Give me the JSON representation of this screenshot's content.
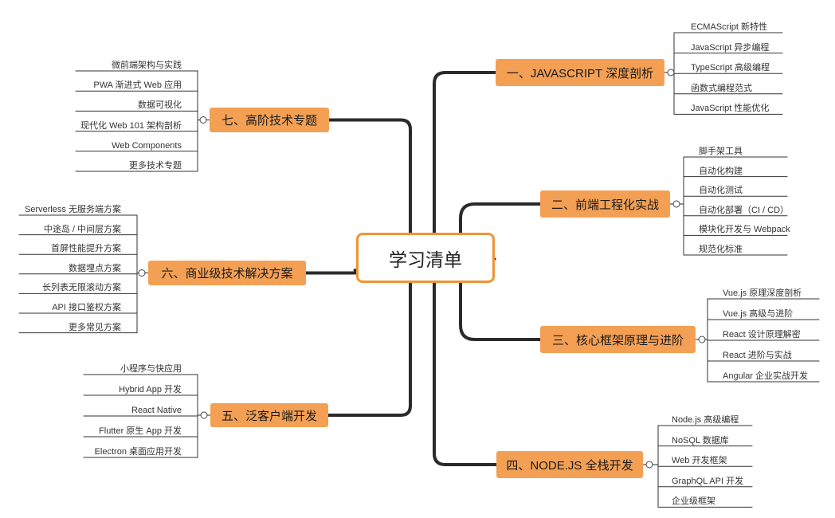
{
  "mindmap": {
    "root": "学习清单",
    "branches": [
      {
        "label": "一、JAVASCRIPT 深度剖析",
        "children": [
          "ECMAScript 新特性",
          "JavaScript 异步编程",
          "TypeScript 高级编程",
          "函数式编程范式",
          "JavaScript 性能优化"
        ]
      },
      {
        "label": "二、前端工程化实战",
        "children": [
          "脚手架工具",
          "自动化构建",
          "自动化测试",
          "自动化部署（CI / CD）",
          "模块化开发与 Webpack",
          "规范化标准"
        ]
      },
      {
        "label": "三、核心框架原理与进阶",
        "children": [
          "Vue.js 原理深度剖析",
          "Vue.js 高级与进阶",
          "React 设计原理解密",
          "React 进阶与实战",
          "Angular 企业实战开发"
        ]
      },
      {
        "label": "四、NODE.JS 全栈开发",
        "children": [
          "Node.js 高级编程",
          "NoSQL 数据库",
          "Web 开发框架",
          "GraphQL API 开发",
          "企业级框架"
        ]
      },
      {
        "label": "五、泛客户端开发",
        "children": [
          "小程序与快应用",
          "Hybrid App 开发",
          "React Native",
          "Flutter 原生 App 开发",
          "Electron 桌面应用开发"
        ]
      },
      {
        "label": "六、商业级技术解决方案",
        "children": [
          "Serverless 无服务端方案",
          "中途岛 / 中间层方案",
          "首屏性能提升方案",
          "数据埋点方案",
          "长列表无限滚动方案",
          "API 接口鉴权方案",
          "更多常见方案"
        ]
      },
      {
        "label": "七、高阶技术专题",
        "children": [
          "微前端架构与实践",
          "PWA 渐进式 Web 应用",
          "数据可视化",
          "现代化 Web 101 架构剖析",
          "Web Components",
          "更多技术专题"
        ]
      }
    ]
  },
  "colors": {
    "branch_fill": "#f3a055",
    "root_border": "#ef9536",
    "connector": "#2a2a2a",
    "leaf_line": "#333333"
  }
}
